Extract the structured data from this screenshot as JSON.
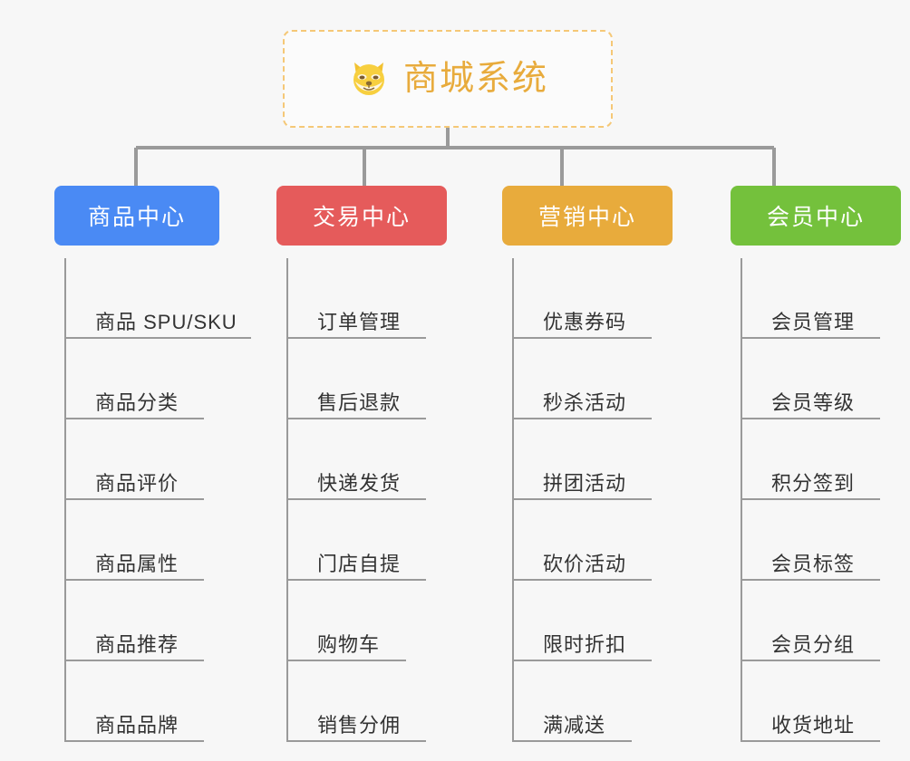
{
  "diagram": {
    "type": "org-chart",
    "background_color": "#f7f7f7",
    "connector_color": "#9a9a9a"
  },
  "root": {
    "title": "商城系统",
    "icon": "shiba-dog-face-icon",
    "border_color": "#f5c877",
    "text_color": "#e8ab3c"
  },
  "categories": [
    {
      "label": "商品中心",
      "color": "#4a8af4",
      "items": [
        {
          "label": "商品 SPU/SKU",
          "rule_width": 204
        },
        {
          "label": "商品分类",
          "rule_width": 152
        },
        {
          "label": "商品评价",
          "rule_width": 152
        },
        {
          "label": "商品属性",
          "rule_width": 152
        },
        {
          "label": "商品推荐",
          "rule_width": 152
        },
        {
          "label": "商品品牌",
          "rule_width": 152
        }
      ]
    },
    {
      "label": "交易中心",
      "color": "#e55b5b",
      "items": [
        {
          "label": "订单管理",
          "rule_width": 152
        },
        {
          "label": "售后退款",
          "rule_width": 152
        },
        {
          "label": "快递发货",
          "rule_width": 152
        },
        {
          "label": "门店自提",
          "rule_width": 152
        },
        {
          "label": "购物车",
          "rule_width": 130
        },
        {
          "label": "销售分佣",
          "rule_width": 152
        }
      ]
    },
    {
      "label": "营销中心",
      "color": "#e8ab3c",
      "items": [
        {
          "label": "优惠券码",
          "rule_width": 152
        },
        {
          "label": "秒杀活动",
          "rule_width": 152
        },
        {
          "label": "拼团活动",
          "rule_width": 152
        },
        {
          "label": "砍价活动",
          "rule_width": 152
        },
        {
          "label": "限时折扣",
          "rule_width": 152
        },
        {
          "label": "满减送",
          "rule_width": 130
        }
      ]
    },
    {
      "label": "会员中心",
      "color": "#74c13c",
      "items": [
        {
          "label": "会员管理",
          "rule_width": 152
        },
        {
          "label": "会员等级",
          "rule_width": 152
        },
        {
          "label": "积分签到",
          "rule_width": 152
        },
        {
          "label": "会员标签",
          "rule_width": 152
        },
        {
          "label": "会员分组",
          "rule_width": 152
        },
        {
          "label": "收货地址",
          "rule_width": 152
        }
      ]
    }
  ]
}
